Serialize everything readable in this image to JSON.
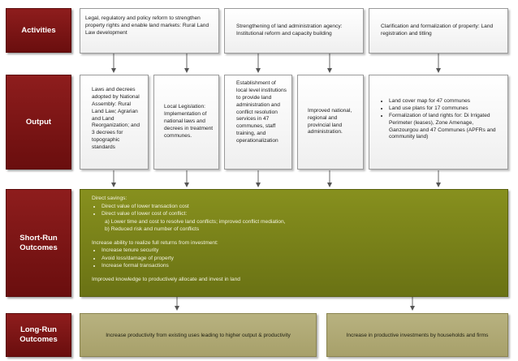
{
  "labels": {
    "activities": "Activities",
    "output": "Output",
    "short_run_line1": "Short-Run",
    "short_run_line2": "Outcomes",
    "long_run_line1": "Long-Run",
    "long_run_line2": "Outcomes"
  },
  "activities": [
    "Legal, regulatory and policy reform to strengthen property rights and enable land markets: Rural Land Law development",
    "Strengthening of land administration agency: Institutional reform and capacity building",
    "Clarification and formalization of property: Land registration and titling"
  ],
  "outputs": [
    "Laws and decrees adopted by National Assembly: Rural Land Law; Agrarian and Land Reorganization; and 3 decrees for topographic standards",
    "Local Legislation: Implementation of national laws and decrees in treatment communes.",
    "Establishment of local level institutions to provide land administration and conflict resolution services in 47 communes, staff training, and operationalization",
    "Improved national, regional and provincial land administration."
  ],
  "output_list": [
    "Land cover map for 47 communes",
    "Land use plans for 17 communes",
    "Formalization of land rights for: Di Irrigated Perimeter (leases), Zone Amenage, Ganzourgou and 47 Communes (APFRs and community land)"
  ],
  "short_run": {
    "direct_savings": "Direct savings:",
    "bullets1": [
      "Direct value of lower transaction cost",
      "Direct value of lower cost of conflict:"
    ],
    "sub": [
      "a) Lower time and cost to resolve land conflicts; improved conflict mediation,",
      "b) Reduced risk and number of conflicts"
    ],
    "increase_ability": "Increase ability to realize full returns from investment:",
    "bullets2": [
      "Increase tenure security",
      "Avoid loss/damage of property",
      "Increase formal transactions"
    ],
    "improved": "Improved knowledge to productively allocate and invest in land"
  },
  "long_run": [
    "Increase productivity from existing uses leading to higher output & productivity",
    "Increase in productive investments by households and firms"
  ]
}
